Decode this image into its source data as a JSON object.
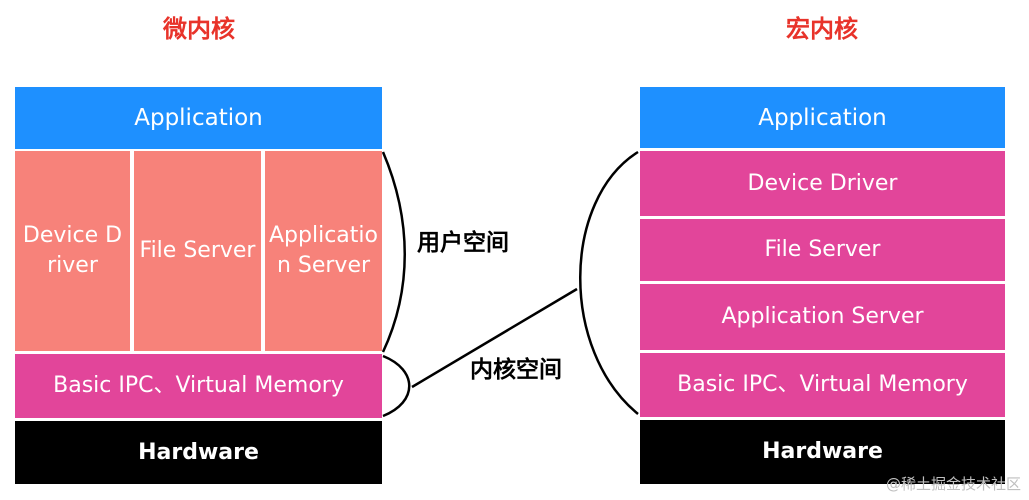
{
  "colors": {
    "application": "#1e90ff",
    "user_space_micro": "#f7827a",
    "kernel": "#e2459a",
    "hardware": "#000000",
    "title": "#e8332a",
    "bracket": "#000000"
  },
  "microkernel": {
    "title": "微内核",
    "application": "Application",
    "services": [
      "Device Driver",
      "File Server",
      "Application Server"
    ],
    "kernel": "Basic IPC、Virtual Memory",
    "hardware": "Hardware"
  },
  "monolithic": {
    "title": "宏内核",
    "application": "Application",
    "services": [
      "Device Driver",
      "File Server",
      "Application Server"
    ],
    "kernel": "Basic IPC、Virtual Memory",
    "hardware": "Hardware"
  },
  "labels": {
    "user_space": "用户空间",
    "kernel_space": "内核空间"
  },
  "watermark": "@稀土掘金技术社区"
}
